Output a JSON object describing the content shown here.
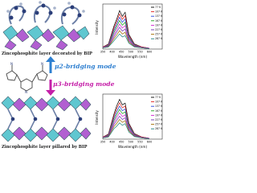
{
  "top_structure": {
    "caption": "Zincophosphite layer decorated by BIP"
  },
  "bottom_structure": {
    "caption": "Zincophosphite layer pillared by BIP"
  },
  "top_mode": {
    "label": "μ2-bridging mode",
    "color": "#2e7fd0"
  },
  "bottom_mode": {
    "label": "μ3-bridging mode",
    "color": "#c51ea8"
  },
  "top_spectrum": {
    "ylabel": "Intensity",
    "xlabel": "Wavelength (nm)",
    "xticks": [
      "350",
      "400",
      "450",
      "500",
      "550",
      "600"
    ],
    "legend": [
      "77 K",
      "107 K",
      "137 K",
      "167 K",
      "197 K",
      "227 K",
      "257 K",
      "287 K"
    ]
  },
  "bottom_spectrum": {
    "ylabel": "Intensity",
    "xlabel": "Wavelength (nm)",
    "xticks": [
      "350",
      "400",
      "450",
      "500",
      "550",
      "600"
    ],
    "legend": [
      "77 K",
      "107 K",
      "137 K",
      "167 K",
      "197 K",
      "227 K",
      "257 K",
      "287 K"
    ]
  },
  "chart_data": [
    {
      "type": "line",
      "xlabel": "Wavelength (nm)",
      "ylabel": "Intensity",
      "xlim": [
        350,
        600
      ],
      "series": [
        {
          "name": "77 K",
          "color": "#000000",
          "values": [
            [
              350,
              0.05
            ],
            [
              380,
              0.12
            ],
            [
              410,
              0.55
            ],
            [
              425,
              0.72
            ],
            [
              440,
              0.92
            ],
            [
              455,
              0.78
            ],
            [
              470,
              0.88
            ],
            [
              490,
              0.35
            ],
            [
              520,
              0.12
            ],
            [
              560,
              0.05
            ],
            [
              600,
              0.02
            ]
          ]
        },
        {
          "name": "107 K",
          "color": "#e0201b",
          "values": [
            [
              350,
              0.05
            ],
            [
              380,
              0.11
            ],
            [
              410,
              0.5
            ],
            [
              425,
              0.66
            ],
            [
              440,
              0.84
            ],
            [
              455,
              0.71
            ],
            [
              470,
              0.8
            ],
            [
              490,
              0.32
            ],
            [
              520,
              0.11
            ],
            [
              560,
              0.05
            ],
            [
              600,
              0.02
            ]
          ]
        },
        {
          "name": "137 K",
          "color": "#2244dd",
          "values": [
            [
              350,
              0.04
            ],
            [
              380,
              0.1
            ],
            [
              410,
              0.45
            ],
            [
              425,
              0.6
            ],
            [
              440,
              0.76
            ],
            [
              455,
              0.64
            ],
            [
              470,
              0.72
            ],
            [
              490,
              0.29
            ],
            [
              520,
              0.1
            ],
            [
              560,
              0.04
            ],
            [
              600,
              0.02
            ]
          ]
        },
        {
          "name": "167 K",
          "color": "#1aa01a",
          "values": [
            [
              350,
              0.04
            ],
            [
              380,
              0.09
            ],
            [
              410,
              0.4
            ],
            [
              425,
              0.54
            ],
            [
              440,
              0.68
            ],
            [
              455,
              0.57
            ],
            [
              470,
              0.64
            ],
            [
              490,
              0.26
            ],
            [
              520,
              0.09
            ],
            [
              560,
              0.04
            ],
            [
              600,
              0.02
            ]
          ]
        },
        {
          "name": "197 K",
          "color": "#d01fd0",
          "values": [
            [
              350,
              0.04
            ],
            [
              380,
              0.08
            ],
            [
              410,
              0.35
            ],
            [
              425,
              0.47
            ],
            [
              440,
              0.6
            ],
            [
              455,
              0.5
            ],
            [
              470,
              0.56
            ],
            [
              490,
              0.23
            ],
            [
              520,
              0.08
            ],
            [
              560,
              0.04
            ],
            [
              600,
              0.02
            ]
          ]
        },
        {
          "name": "227 K",
          "color": "#6a2bb0",
          "values": [
            [
              350,
              0.03
            ],
            [
              380,
              0.07
            ],
            [
              410,
              0.3
            ],
            [
              425,
              0.41
            ],
            [
              440,
              0.52
            ],
            [
              455,
              0.43
            ],
            [
              470,
              0.48
            ],
            [
              490,
              0.2
            ],
            [
              520,
              0.07
            ],
            [
              560,
              0.03
            ],
            [
              600,
              0.01
            ]
          ]
        },
        {
          "name": "257 K",
          "color": "#a06a00",
          "values": [
            [
              350,
              0.03
            ],
            [
              380,
              0.06
            ],
            [
              410,
              0.25
            ],
            [
              425,
              0.34
            ],
            [
              440,
              0.44
            ],
            [
              455,
              0.36
            ],
            [
              470,
              0.4
            ],
            [
              490,
              0.17
            ],
            [
              520,
              0.06
            ],
            [
              560,
              0.03
            ],
            [
              600,
              0.01
            ]
          ]
        },
        {
          "name": "287 K",
          "color": "#1b7f7f",
          "values": [
            [
              350,
              0.03
            ],
            [
              380,
              0.05
            ],
            [
              410,
              0.2
            ],
            [
              425,
              0.28
            ],
            [
              440,
              0.36
            ],
            [
              455,
              0.29
            ],
            [
              470,
              0.32
            ],
            [
              490,
              0.14
            ],
            [
              520,
              0.05
            ],
            [
              560,
              0.03
            ],
            [
              600,
              0.01
            ]
          ]
        }
      ]
    },
    {
      "type": "line",
      "xlabel": "Wavelength (nm)",
      "ylabel": "Intensity",
      "xlim": [
        350,
        600
      ],
      "series": [
        {
          "name": "77 K",
          "color": "#000000",
          "values": [
            [
              350,
              0.05
            ],
            [
              380,
              0.12
            ],
            [
              410,
              0.6
            ],
            [
              425,
              0.8
            ],
            [
              440,
              0.95
            ],
            [
              455,
              0.82
            ],
            [
              470,
              0.86
            ],
            [
              490,
              0.38
            ],
            [
              520,
              0.13
            ],
            [
              560,
              0.05
            ],
            [
              600,
              0.02
            ]
          ]
        },
        {
          "name": "107 K",
          "color": "#e0201b",
          "values": [
            [
              350,
              0.05
            ],
            [
              380,
              0.11
            ],
            [
              410,
              0.55
            ],
            [
              425,
              0.73
            ],
            [
              440,
              0.87
            ],
            [
              455,
              0.75
            ],
            [
              470,
              0.79
            ],
            [
              490,
              0.35
            ],
            [
              520,
              0.12
            ],
            [
              560,
              0.05
            ],
            [
              600,
              0.02
            ]
          ]
        },
        {
          "name": "137 K",
          "color": "#2244dd",
          "values": [
            [
              350,
              0.04
            ],
            [
              380,
              0.1
            ],
            [
              410,
              0.5
            ],
            [
              425,
              0.66
            ],
            [
              440,
              0.79
            ],
            [
              455,
              0.68
            ],
            [
              470,
              0.72
            ],
            [
              490,
              0.32
            ],
            [
              520,
              0.11
            ],
            [
              560,
              0.04
            ],
            [
              600,
              0.02
            ]
          ]
        },
        {
          "name": "167 K",
          "color": "#1aa01a",
          "values": [
            [
              350,
              0.04
            ],
            [
              380,
              0.09
            ],
            [
              410,
              0.45
            ],
            [
              425,
              0.59
            ],
            [
              440,
              0.71
            ],
            [
              455,
              0.61
            ],
            [
              470,
              0.65
            ],
            [
              490,
              0.29
            ],
            [
              520,
              0.1
            ],
            [
              560,
              0.04
            ],
            [
              600,
              0.02
            ]
          ]
        },
        {
          "name": "197 K",
          "color": "#d01fd0",
          "values": [
            [
              350,
              0.04
            ],
            [
              380,
              0.08
            ],
            [
              410,
              0.4
            ],
            [
              425,
              0.52
            ],
            [
              440,
              0.63
            ],
            [
              455,
              0.54
            ],
            [
              470,
              0.58
            ],
            [
              490,
              0.26
            ],
            [
              520,
              0.09
            ],
            [
              560,
              0.04
            ],
            [
              600,
              0.02
            ]
          ]
        },
        {
          "name": "227 K",
          "color": "#6a2bb0",
          "values": [
            [
              350,
              0.03
            ],
            [
              380,
              0.07
            ],
            [
              410,
              0.35
            ],
            [
              425,
              0.45
            ],
            [
              440,
              0.55
            ],
            [
              455,
              0.47
            ],
            [
              470,
              0.51
            ],
            [
              490,
              0.23
            ],
            [
              520,
              0.08
            ],
            [
              560,
              0.03
            ],
            [
              600,
              0.01
            ]
          ]
        },
        {
          "name": "257 K",
          "color": "#a06a00",
          "values": [
            [
              350,
              0.03
            ],
            [
              380,
              0.06
            ],
            [
              410,
              0.3
            ],
            [
              425,
              0.38
            ],
            [
              440,
              0.47
            ],
            [
              455,
              0.4
            ],
            [
              470,
              0.44
            ],
            [
              490,
              0.2
            ],
            [
              520,
              0.07
            ],
            [
              560,
              0.03
            ],
            [
              600,
              0.01
            ]
          ]
        },
        {
          "name": "287 K",
          "color": "#1b7f7f",
          "values": [
            [
              350,
              0.03
            ],
            [
              380,
              0.05
            ],
            [
              410,
              0.25
            ],
            [
              425,
              0.31
            ],
            [
              440,
              0.39
            ],
            [
              455,
              0.33
            ],
            [
              470,
              0.37
            ],
            [
              490,
              0.17
            ],
            [
              520,
              0.06
            ],
            [
              560,
              0.03
            ],
            [
              600,
              0.01
            ]
          ]
        }
      ]
    }
  ]
}
